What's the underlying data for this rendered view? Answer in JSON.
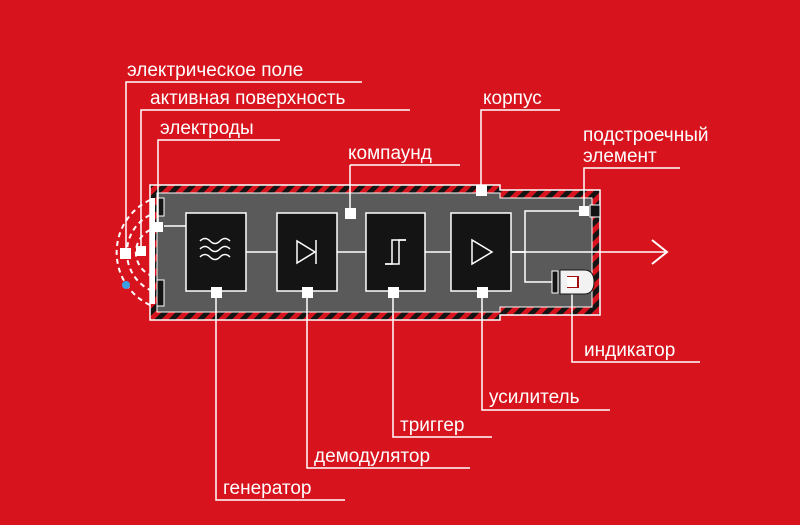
{
  "labels": {
    "electric_field": "электрическое поле",
    "active_surface": "активная поверхность",
    "electrodes": "электроды",
    "compound": "компаунд",
    "housing": "корпус",
    "trimmer_line1": "подстроечный",
    "trimmer_line2": "элемент",
    "indicator": "индикатор",
    "amplifier": "усилитель",
    "trigger": "триггер",
    "demodulator": "демодулятор",
    "generator": "генератор"
  },
  "colors": {
    "background": "#d7141d",
    "housing_fill": "#5a5a5a",
    "line": "#ffffff",
    "block": "#141414",
    "field_dot": "#3aa0e6"
  },
  "icons": {
    "generator": "wave-icon",
    "demodulator": "diode-icon",
    "trigger": "hysteresis-icon",
    "amplifier": "amplifier-triangle-icon",
    "indicator": "led-icon"
  }
}
